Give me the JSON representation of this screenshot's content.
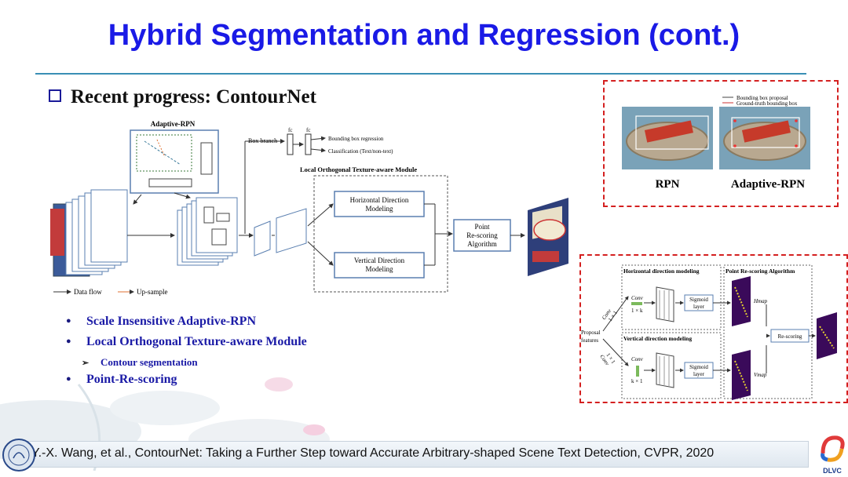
{
  "slide": {
    "title": "Hybrid Segmentation and Regression (cont.)",
    "section": "Recent progress: ContourNet",
    "bullets": [
      {
        "text": "Scale  Insensitive Adaptive-RPN"
      },
      {
        "text": "Local Orthogonal Texture-aware Module"
      },
      {
        "text": "Contour segmentation"
      },
      {
        "text": "Point-Re-scoring"
      }
    ],
    "citation": "Y.-X. Wang, et al., ContourNet: Taking a Further Step toward Accurate Arbitrary-shaped Scene Text Detection, CVPR, 2020",
    "logo_text": "DLVC"
  },
  "arch": {
    "adaptive_rpn": "Adaptive-RPN",
    "box_branch": "Box branch",
    "fc1": "fc",
    "fc2": "fc",
    "bbox_reg": "Bounding box regression",
    "cls": "Classification (Text/non-text)",
    "lotm": "Local Orthogonal Texture-aware Module",
    "horiz": [
      "Horizontal Direction",
      "Modeling"
    ],
    "vert": [
      "Vertical Direction",
      "Modeling"
    ],
    "prs": [
      "Point",
      "Re-scoring",
      "Algorithm"
    ],
    "legend_flow": "Data flow",
    "legend_up": "Up-sample"
  },
  "compare": {
    "legend1": "Bounding box proposal",
    "legend2": "Ground-truth bounding box",
    "label_rpn": "RPN",
    "label_arpn": "Adaptive-RPN"
  },
  "detail": {
    "horiz_title": "Horizontal direction modeling",
    "prs_title": "Point Re-scoring Algorithm",
    "vert_title": "Vertical direction modeling",
    "conv": "Conv",
    "one_by_k": "1 × k",
    "k_by_one": "k × 1",
    "one_by_one_a": "1 × 1",
    "one_by_one_b": "1 × 1",
    "sigmoid": [
      "Sigmoid",
      "layer"
    ],
    "hmap": "Hmap",
    "vmap": "Vmap",
    "rescoring": "Re-scoring",
    "proposal": [
      "Proposal",
      "features"
    ]
  },
  "colors": {
    "title": "#1a1ae6",
    "bullet": "#1a1aa6",
    "frame": "#d42020",
    "rule": "#3a8fb5"
  }
}
